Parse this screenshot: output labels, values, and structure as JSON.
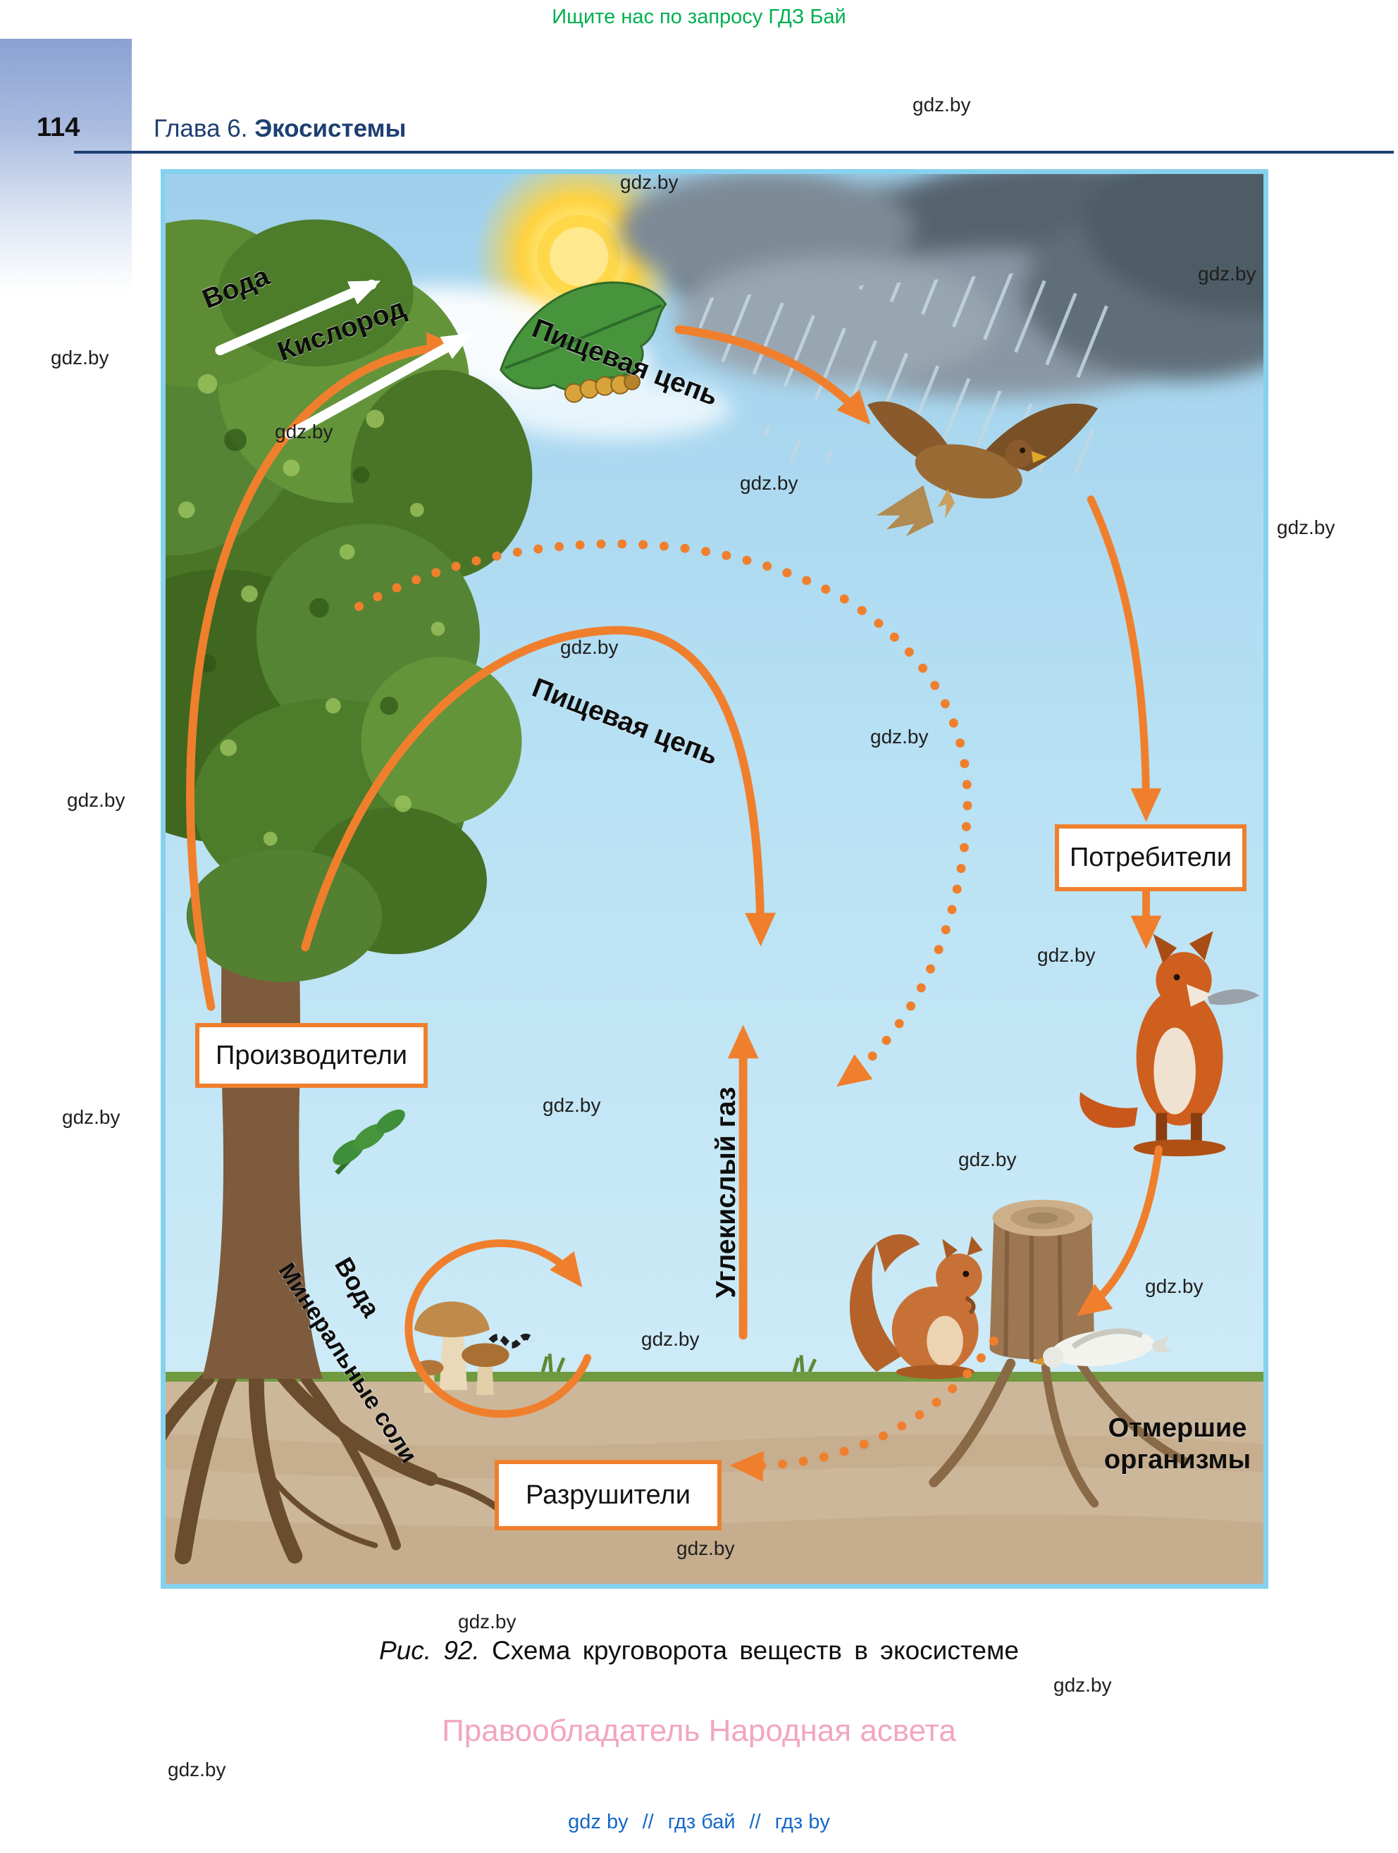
{
  "page": {
    "promo": "Ищите нас по запросу ГДЗ Бай",
    "page_number": "114",
    "chapter_label": "Глава 6.",
    "chapter_title": "Экосистемы",
    "watermark": "gdz.by",
    "caption_ref": "Рис. 92.",
    "caption_text": "Схема круговорота веществ в экосистеме",
    "publisher": "Правообладатель Народная асвета",
    "footer": {
      "link_1": "gdz by",
      "separator_1": "//",
      "link_2": "гдз бай",
      "separator_2": "//",
      "link_3": "гдз by"
    }
  },
  "diagram": {
    "labels": {
      "water_top": "Вода",
      "oxygen": "Кислород",
      "food_chain_top": "Пищевая цепь",
      "food_chain_mid": "Пищевая цепь",
      "producers": "Производители",
      "consumers": "Потребители",
      "decomposers": "Разрушители",
      "dead_organisms_line1": "Отмершие",
      "dead_organisms_line2": "организмы",
      "co2": "Углекислый газ",
      "water_bottom": "Вода",
      "mineral_salts": "Минеральные соли"
    },
    "colors": {
      "arrow_orange": "#f07f2d",
      "frame_blue": "#86d1ee",
      "header_navy": "#1d3f72",
      "promo_green": "#00b050",
      "publisher_pink": "#f2a6bc",
      "footer_blue": "#1668c8"
    }
  }
}
